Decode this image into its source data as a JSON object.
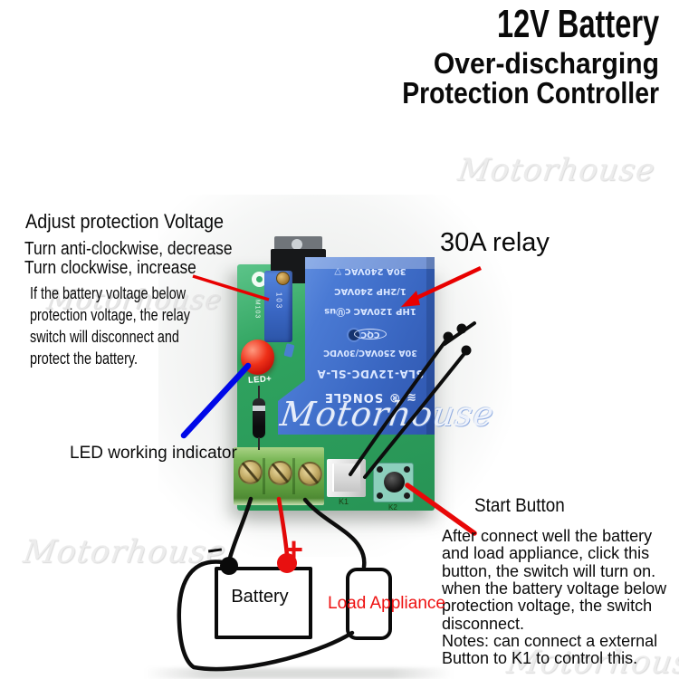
{
  "title": {
    "line1": "12V Battery",
    "line2": "Over-discharging",
    "line3": "Protection Controller"
  },
  "watermark": {
    "text": "Motorhouse"
  },
  "annotations": {
    "adjust_heading": "Adjust protection Voltage",
    "turn_line1": "Turn anti-clockwise, decrease",
    "turn_line2": "Turn clockwise, increase",
    "protect_lines": [
      "If the battery voltage below",
      "protection voltage, the relay",
      "switch will disconnect and",
      "protect the battery."
    ],
    "led_label": "LED working indicator",
    "relay_label": "30A relay",
    "start_heading": "Start Button",
    "start_lines": [
      "After connect well the battery",
      "and load appliance, click this",
      "button, the switch will turn on.",
      "when the battery voltage below",
      "protection voltage, the switch",
      "disconnect.",
      "Notes: can connect a external",
      "Button to K1 to control this."
    ],
    "load_label": "Load Appliance"
  },
  "diagram": {
    "battery_label": "Battery",
    "minus_sign": "–",
    "plus_sign": "+"
  },
  "board": {
    "relay_lines": [
      "≋ ® SONGLE",
      "SLA-12VDC-SL-A",
      "30A 250VAC/30VDC",
      "CQC",
      "1HP 120VAC  cⓊus",
      "1/2HP 240VAC",
      "30A 240VAC  ▽"
    ],
    "led_plus": "LED+",
    "k1_label": "K1",
    "k2_label": "K2",
    "trimmer_marking": "103",
    "silkscreen": "M103"
  },
  "colors": {
    "accent_red": "#e80000",
    "pointer_blue": "#0008e8",
    "wire_black": "#0d0d0d",
    "wire_red": "#e20808",
    "led_red": "#d81810",
    "pcb_green": "#2fa35f",
    "relay_blue": "#3f6fc8",
    "terminal_green": "#6fae4a",
    "load_label_red": "#ee1111",
    "title_color": "#000000",
    "watermark_gray": "#ececec"
  }
}
